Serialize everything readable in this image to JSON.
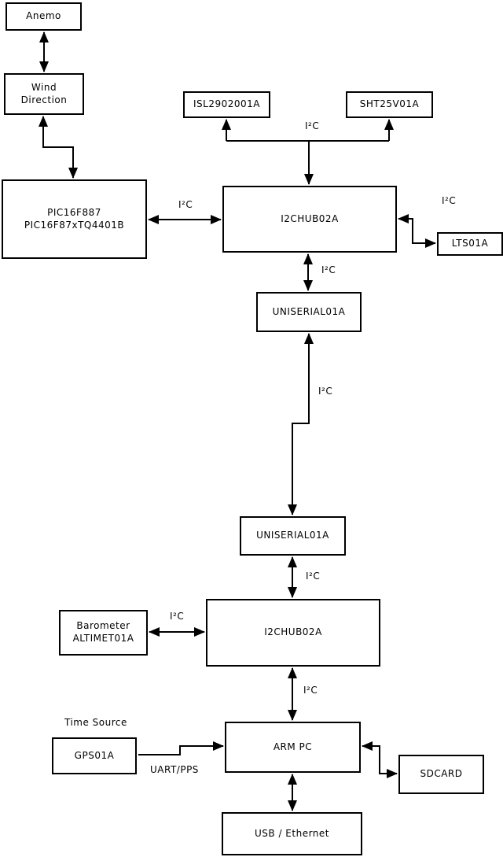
{
  "diagram": {
    "colors": {
      "background": "#ffffff",
      "stroke": "#000000",
      "node_fill": "#ffffff",
      "text": "#000000"
    },
    "nodes": {
      "anemo": {
        "label": "Anemo"
      },
      "wind": {
        "line1": "Wind",
        "line2": "Direction"
      },
      "pic": {
        "line1": "PIC16F887",
        "line2": "PIC16F87xTQ4401B"
      },
      "isl": {
        "label": "ISL2902001A"
      },
      "sht": {
        "label": "SHT25V01A"
      },
      "hub1": {
        "label": "I2CHUB02A"
      },
      "lts": {
        "label": "LTS01A"
      },
      "uniserial1": {
        "label": "UNISERIAL01A"
      },
      "uniserial2": {
        "label": "UNISERIAL01A"
      },
      "hub2": {
        "label": "I2CHUB02A"
      },
      "barometer": {
        "line1": "Barometer",
        "line2": "ALTIMET01A"
      },
      "gps": {
        "label": "GPS01A"
      },
      "armpc": {
        "label": "ARM PC"
      },
      "sdcard": {
        "label": "SDCARD"
      },
      "usb": {
        "label": "USB / Ethernet"
      }
    },
    "labels": {
      "i2c": "I²C",
      "uart_pps": "UART/PPS",
      "time_source": "Time Source"
    },
    "edges": [
      {
        "from": "Anemo",
        "to": "Wind Direction",
        "bidirectional": true
      },
      {
        "from": "Wind Direction",
        "to": "PIC16F887 PIC16F87xTQ4401B",
        "bidirectional": true
      },
      {
        "from": "PIC16F887 PIC16F87xTQ4401B",
        "to": "I2CHUB02A (upper)",
        "label": "I²C",
        "bidirectional": true
      },
      {
        "from": "I2CHUB02A (upper)",
        "to": "ISL2902001A",
        "label": "I²C",
        "bidirectional": false
      },
      {
        "from": "I2CHUB02A (upper)",
        "to": "SHT25V01A",
        "label": "I²C",
        "bidirectional": false
      },
      {
        "from": "I2CHUB02A (upper)",
        "to": "LTS01A",
        "label": "I²C",
        "bidirectional": true
      },
      {
        "from": "I2CHUB02A (upper)",
        "to": "UNISERIAL01A (upper)",
        "label": "I²C",
        "bidirectional": true
      },
      {
        "from": "UNISERIAL01A (upper)",
        "to": "UNISERIAL01A (lower)",
        "label": "I²C",
        "bidirectional": true
      },
      {
        "from": "UNISERIAL01A (lower)",
        "to": "I2CHUB02A (lower)",
        "label": "I²C",
        "bidirectional": true
      },
      {
        "from": "Barometer ALTIMET01A",
        "to": "I2CHUB02A (lower)",
        "label": "I²C",
        "bidirectional": true
      },
      {
        "from": "I2CHUB02A (lower)",
        "to": "ARM PC",
        "label": "I²C",
        "bidirectional": true
      },
      {
        "from": "GPS01A",
        "to": "ARM PC",
        "label": "UART/PPS",
        "bidirectional": false
      },
      {
        "from": "ARM PC",
        "to": "SDCARD",
        "bidirectional": true
      },
      {
        "from": "ARM PC",
        "to": "USB / Ethernet",
        "bidirectional": true
      }
    ]
  }
}
